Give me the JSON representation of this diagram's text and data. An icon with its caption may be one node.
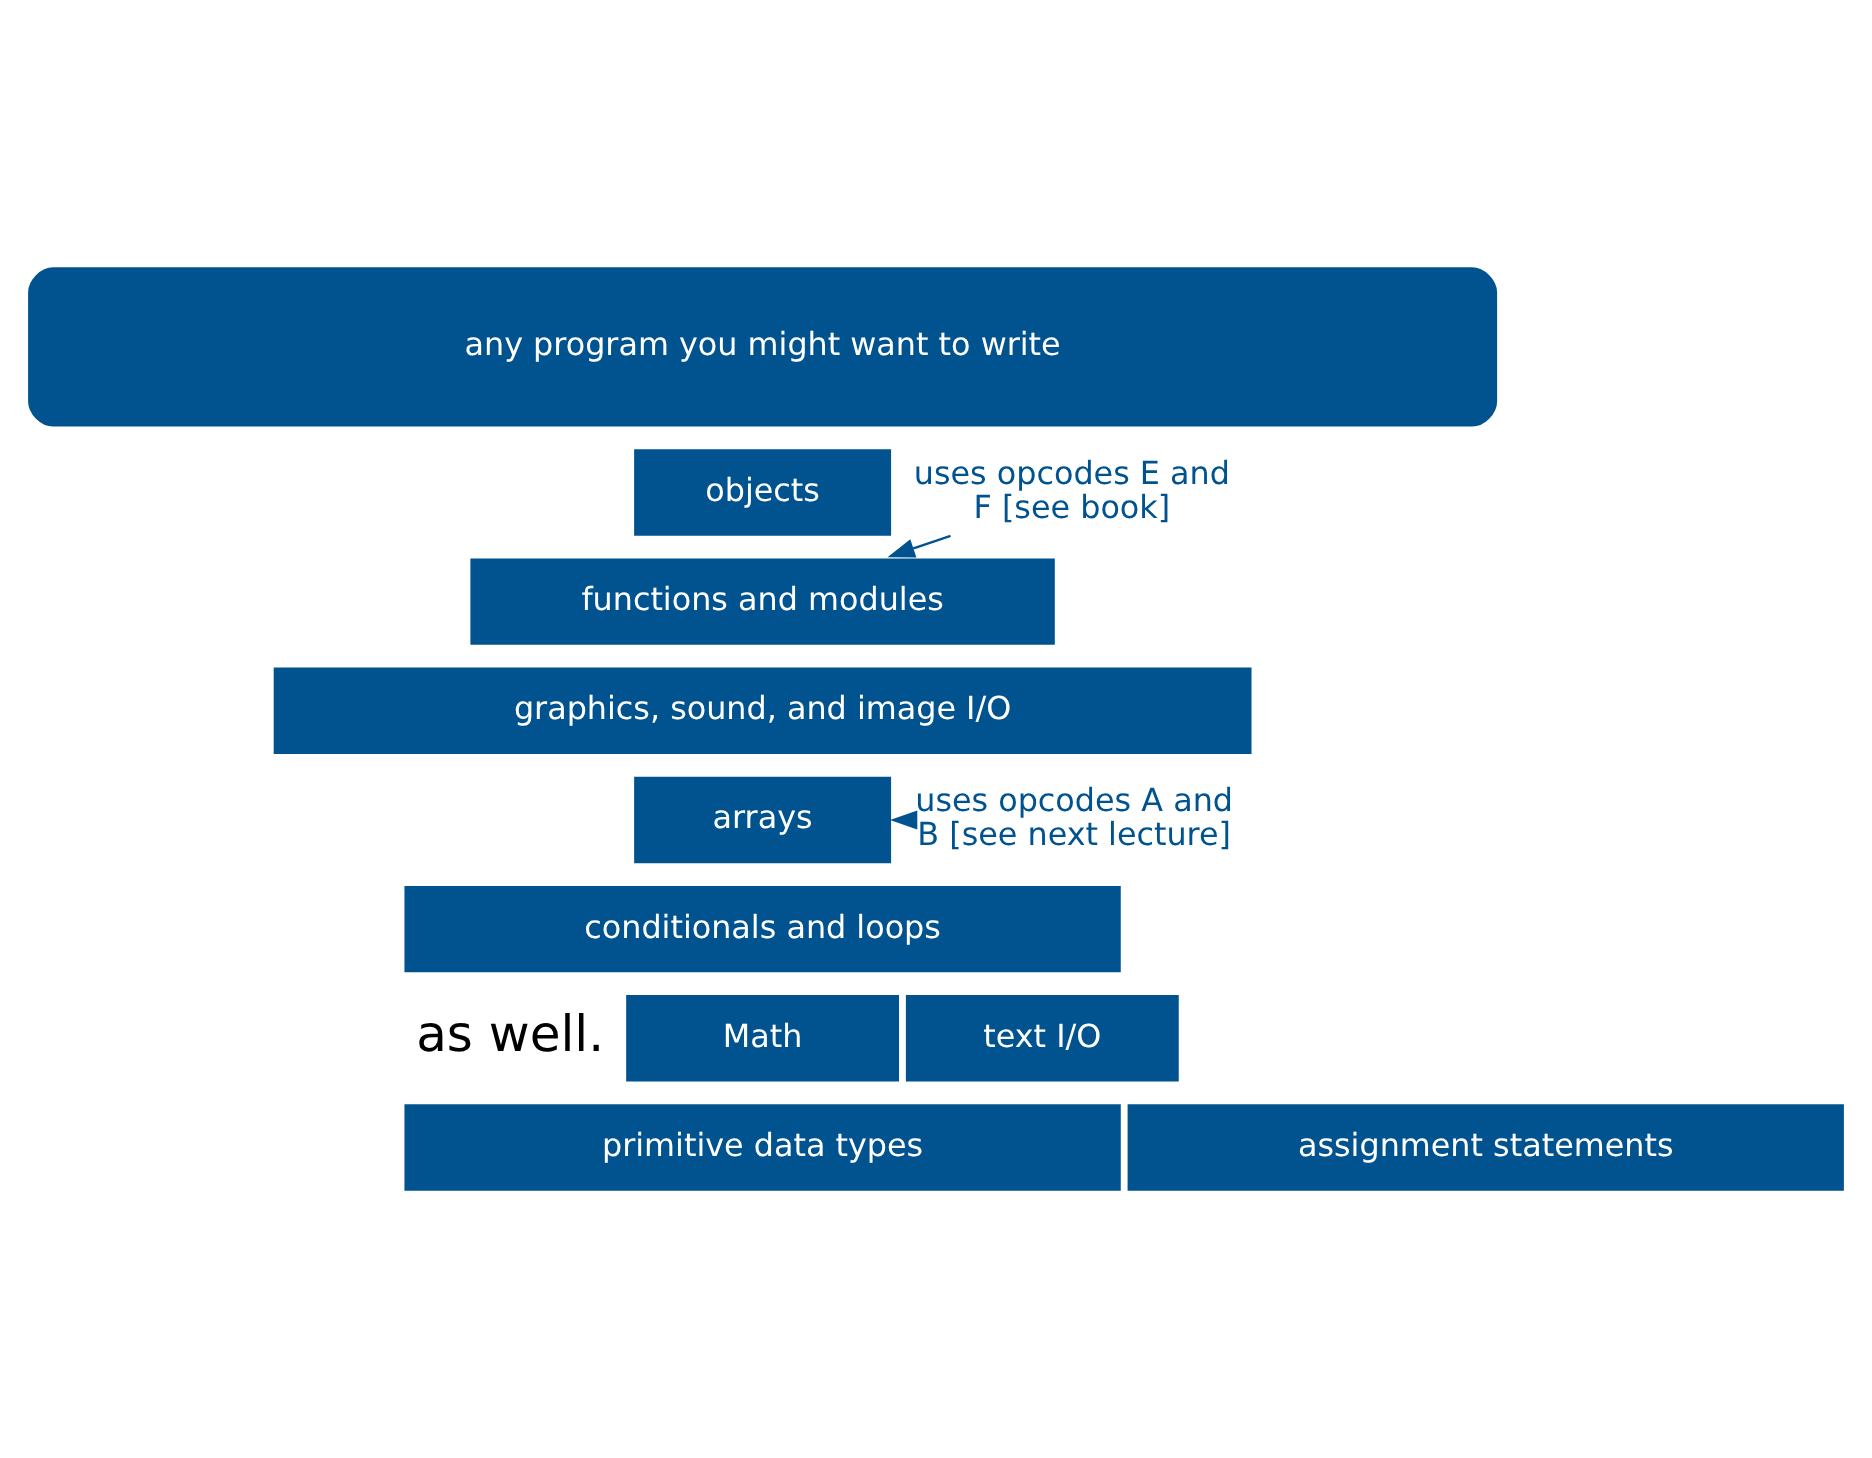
{
  "diagram": {
    "nodes": [
      {
        "text": [
          "any program you might want to write"
        ]
      },
      {
        "text": [
          "objects"
        ]
      },
      {
        "text": [
          "functions and modules"
        ]
      },
      {
        "text": [
          "graphics, sound, and image I/O"
        ]
      },
      {
        "text": [
          "arrays"
        ]
      },
      {
        "text": [
          "conditionals and loops"
        ]
      },
      {
        "text": [
          "Math"
        ]
      },
      {
        "text": [
          "text I/O"
        ]
      },
      {
        "text": [
          "primitive data types"
        ]
      },
      {
        "text": [
          "assignment statements"
        ]
      },
      {
        "text": [
          "uses opcodes E and F [see book]"
        ]
      },
      {
        "text": [
          "uses opcodes A and B [see next lecture]"
        ]
      }
    ],
    "edges": [
      {
        "from": 10,
        "to": 2,
        "arrow": "to"
      },
      {
        "from": 11,
        "to": 4,
        "arrow": "to"
      }
    ],
    "labels": [
      "as well."
    ]
  }
}
